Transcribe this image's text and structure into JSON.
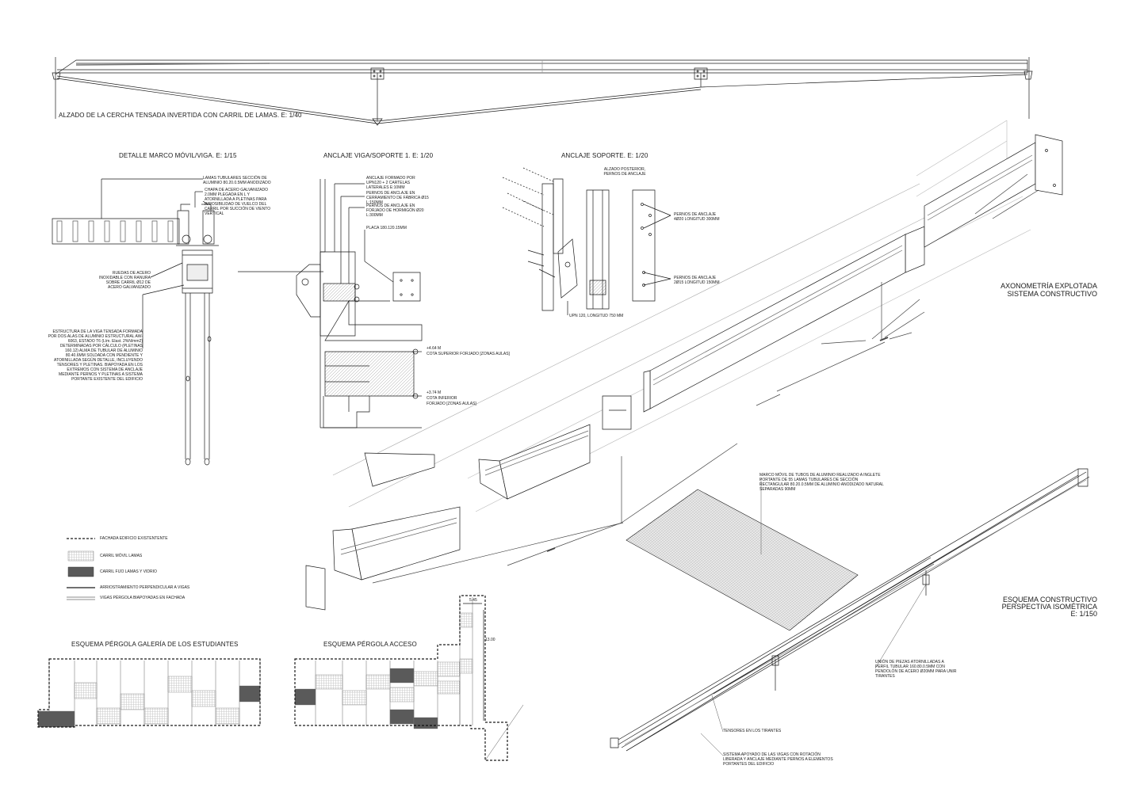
{
  "titles": {
    "elevation": "ALZADO DE LA CERCHA TENSADA INVERTIDA CON CARRIL DE LAMAS. E: 1/40",
    "detail_frame": "DETALLE MARCO MÓVIL/VIGA. E: 1/15",
    "anchor_beam": "ANCLAJE VIGA/SOPORTE 1. E: 1/20",
    "anchor_support": "ANCLAJE SOPORTE. E: 1/20",
    "axo_line1": "AXONOMETRÍA EXPLOTADA",
    "axo_line2": "SISTEMA CONSTRUCTIVO",
    "iso_line1": "ESQUEMA CONSTRUCTIVO",
    "iso_line2": "PERSPECTIVA ISOMÉTRICA",
    "iso_line3": "E: 1/150",
    "scheme_gallery": "ESQUEMA PÉRGOLA GALERÍA DE LOS ESTUDIANTES",
    "scheme_access": "ESQUEMA PÉRGOLA ACCESO"
  },
  "annotations": {
    "lamas": "LAMAS TUBULARES SECCIÓN DE ALUMINIO 80.20.0.5MM ANODIZADO",
    "chapa": "CHAPA DE ACERO GALVANIZADO 2.0MM PLEGADA EN L Y ATORNILLADA A PLETINAS PARA IMPOSIBILIDAD DE VUELCO DEL CARRIL POR SUCCIÓN DE VIENTO VERTICAL",
    "ruedas": "RUEDAS DE ACERO INOXIDABLE CON RANURA SOBRE CARRIL Ø12 DE ACERO GALVANIZADO",
    "estructura": "ESTRUCTURA DE LA VIGA TENSADA FORMADA POR DOS ALAS DE ALUMINIO ESTRUCTURAL AW-6063, ESTADO T6 (Lím. Elast. 2%N/mm2) DETERMINADAS POR CÁLCULO (PLETINAS 160.12) ALMA DE TUBULAR DE ALUMINIO 80.40.6MM SOLDADA CON PENDIENTE Y ATORNILLADA SEGÚN DETALLE, INCLUYENDO TENSORES Y PLETINAS. BIAPOYADA EN LOS EXTREMOS CON SISTEMA DE ANCLAJE MEDIANTE PERNOS Y PLETINAS A SISTEMA PORTANTE EXISTENTE DEL EDIFICIO",
    "anclaje_upn": "ANCLAJE FORMADO POR UPN120 + 2 CARTELAS LATERALES E:10MM",
    "pernos_cerramiento": "PERNOS DE ANCLAJE EN CERRAMIENTO DE FÁBRICA Ø15 L:150MM",
    "pernos_forjado": "PERNOS DE ANCLAJE EN FORJADO DE HORMIGÓN Ø20 L:300MM",
    "placa": "PLACA 180.120.15MM",
    "cota_sup_val": "+4.64 M",
    "cota_sup": "COTA SUPERIOR FORJADO [ZONAS AULAS]",
    "cota_inf_val": "+3.74 M",
    "cota_inf_1": "COTA INFERIOR",
    "cota_inf_2": "FORJADO [ZONAS AULAS]",
    "alzado_post": "ALZADO POSTERIOR, PERNOS DE ANCLAJE",
    "pernos_4": "PERNOS DE ANCLAJE 4Ø20 LONGITUD 300MM",
    "pernos_2": "PERNOS DE ANCLAJE 2Ø15 LONGITUD 150MM",
    "upn_long": "UPN 120, LONGITUD 750 MM",
    "marco_movil": "MARCO MÓVIL DE TUBOS DE ALUMINIO REALIZADO A INGLETE PORTANTE DE 55 LAMAS TUBULARES DE SECCIÓN RECTANGULAR 80.20.0.5MM DE ALUMINIO ANODIZADO NATURAL SEPARADAS 90MM",
    "union": "UNIÓN DE PIEZAS ATORNILLADAS A PERFIL TUBULAR 160.80.0.5MM CON PENDOLÓN DE ACERO Ø20MM PARA UNIR TIRANTES",
    "tensores": "TENSORES EN LOS TIRANTES",
    "sistema_apoyado": "SISTEMA APOYADO DE LAS VIGAS CON ROTACIÓN LIBERADA Y ANCLAJE MEDIANTE PERNOS A ELEMENTOS PORTANTES DEL EDIFICIO",
    "dim_1": "5.45",
    "dim_2": "13.00"
  },
  "legend": [
    {
      "symbol": "dashed-line",
      "label": "FACHADA EDIFICIO EXISTENTENTE"
    },
    {
      "symbol": "light-hatch",
      "label": "CARRIL MÓVIL LAMAS"
    },
    {
      "symbol": "dark-hatch",
      "label": "CARRIL FIJO LAMAS Y VIDRIO"
    },
    {
      "symbol": "thick-line",
      "label": "ARRIOSTRAMIENTO PERPENDICULAR A VIGAS"
    },
    {
      "symbol": "double-line",
      "label": "VIGAS PÉRGOLA BIAPOYADAS EN FACHADA"
    }
  ],
  "colors": {
    "ink": "#1a1a1a",
    "light_hatch": "#bdbdbd",
    "dark_hatch": "#555555"
  }
}
